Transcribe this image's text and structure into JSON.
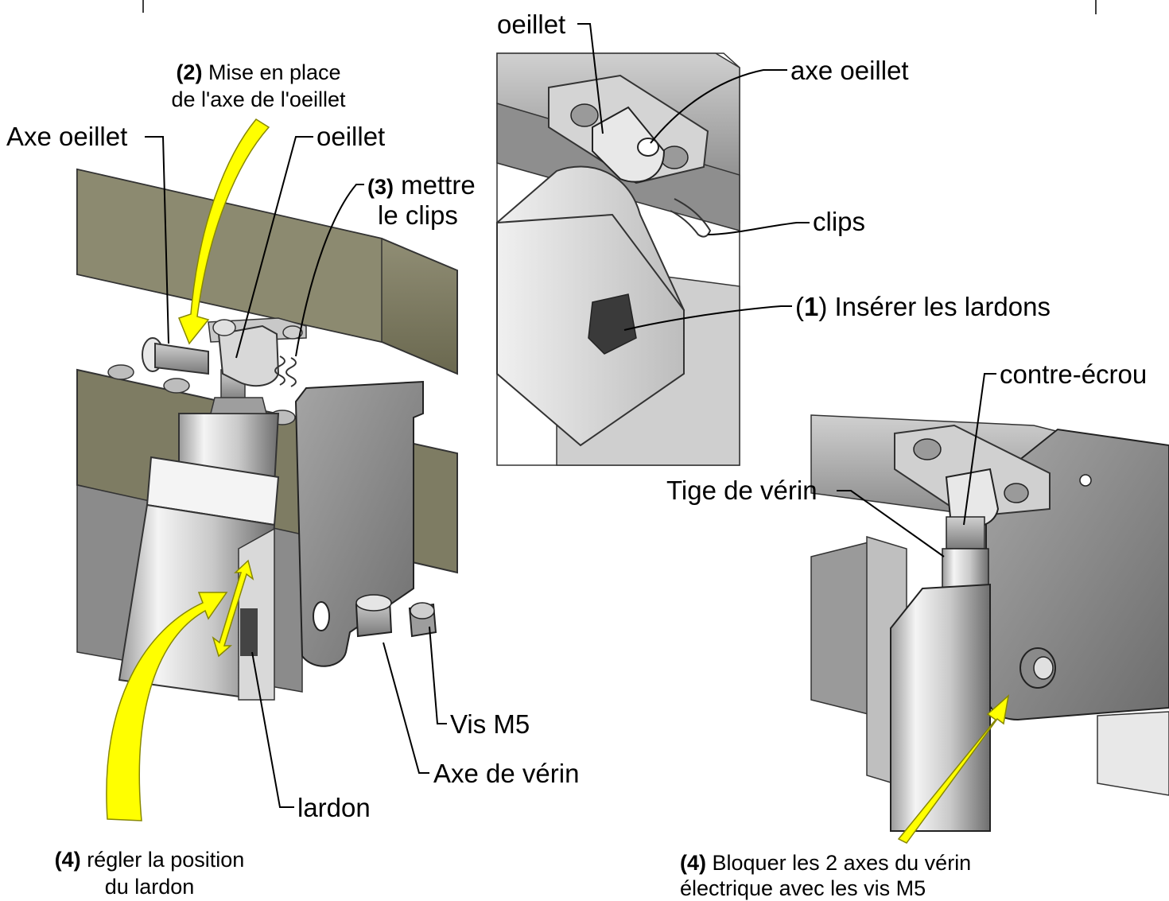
{
  "labels": {
    "axe_oeillet_left": "Axe oeillet",
    "oeillet_left": "oeillet",
    "step2_num": "(2)",
    "step2_line1": "Mise en place",
    "step2_line2": "de l'axe de l'oeillet",
    "step3_num": "(3)",
    "step3_line1": "mettre",
    "step3_line2": "le clips",
    "lardon": "lardon",
    "vis_m5": "Vis M5",
    "axe_de_verin": "Axe de vérin",
    "step4a_num": "(4)",
    "step4a_line1": "régler la position",
    "step4a_line2": "du lardon",
    "oeillet_top": "oeillet",
    "axe_oeillet_top": "axe oeillet",
    "clips": "clips",
    "step1_open": "(",
    "step1_num": "1",
    "step1_text": ") Insérer les lardons",
    "contre_ecrou": "contre-écrou",
    "tige_de_verin": "Tige de vérin",
    "step4b_num": "(4)",
    "step4b_line1": "Bloquer les 2 axes du vérin",
    "step4b_line2": "électrique avec les vis M5"
  },
  "colors": {
    "rail_olive": "#8f8c72",
    "rail_olive_dark": "#5e5c48",
    "metal_light": "#e6e6e6",
    "metal_mid": "#b9b9b9",
    "metal_dark": "#6f6f6f",
    "bracket_gray": "#8d8d8d",
    "arrow_yellow": "#ffff00"
  }
}
